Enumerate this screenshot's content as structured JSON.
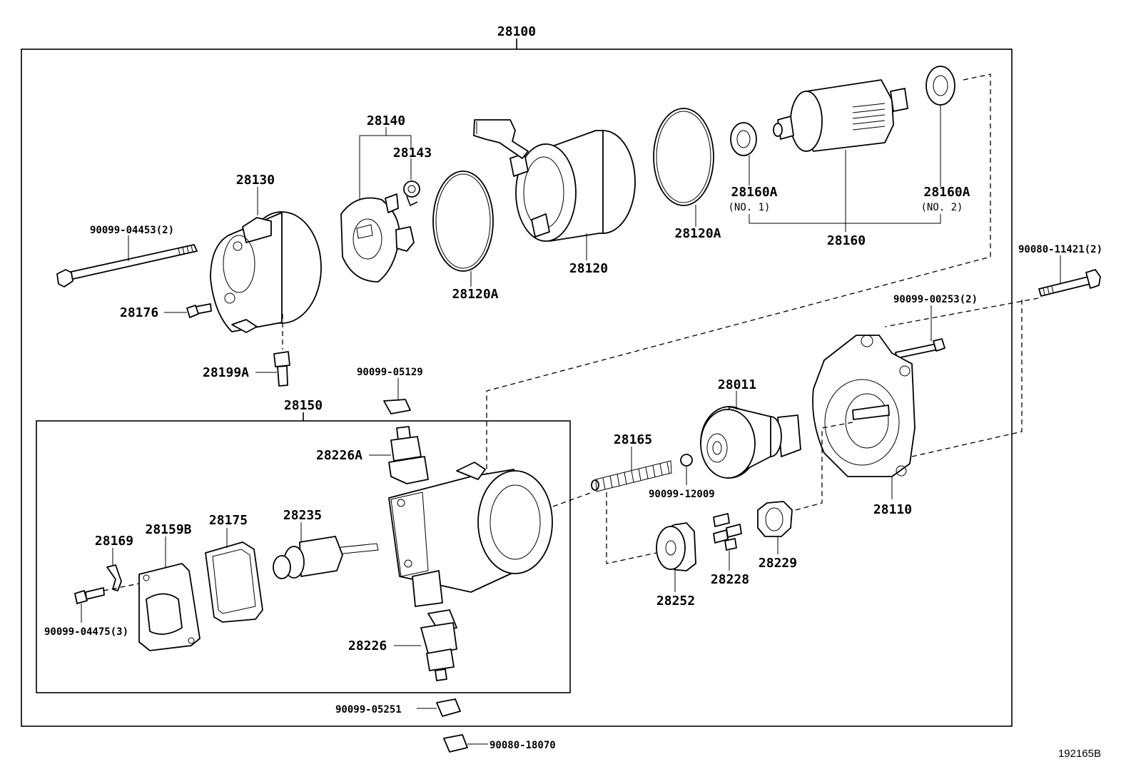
{
  "diagram": {
    "assembly_label": "28100",
    "sub_assembly_label": "28150",
    "reference_code": "192165B",
    "labels": {
      "p28140": "28140",
      "p28143": "28143",
      "p28130": "28130",
      "b90099_04453": "90099-04453(2)",
      "p28176": "28176",
      "p28199A": "28199A",
      "p28120A_left": "28120A",
      "p28120": "28120",
      "p28120A_right": "28120A",
      "p28160A_1": "28160A",
      "p28160A_1_note": "(NO. 1)",
      "p28160A_2": "28160A",
      "p28160A_2_note": "(NO. 2)",
      "p28160": "28160",
      "b90080_11421": "90080-11421(2)",
      "b90099_00253": "90099-00253(2)",
      "b90099_05129": "90099-05129",
      "p28226A": "28226A",
      "p28165": "28165",
      "p28011": "28011",
      "b90099_12009": "90099-12009",
      "p28110": "28110",
      "p28235": "28235",
      "p28175": "28175",
      "p28159B": "28159B",
      "p28169": "28169",
      "b90099_04475": "90099-04475(3)",
      "p28228": "28228",
      "p28229": "28229",
      "p28252": "28252",
      "p28226": "28226",
      "b90099_05251": "90099-05251",
      "b90080_18070": "90080-18070"
    }
  }
}
